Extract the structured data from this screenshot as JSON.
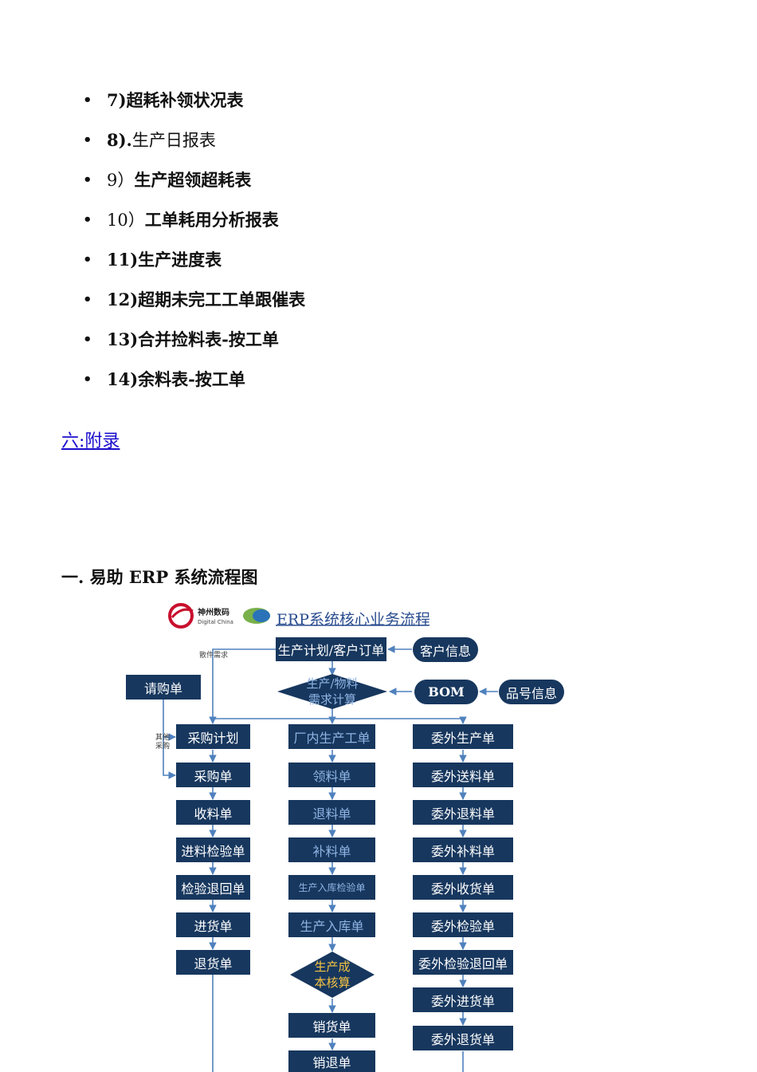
{
  "bullets": [
    {
      "num": "7)",
      "text": "超耗补领状况表"
    },
    {
      "num": "8).",
      "text": "生产日报表"
    },
    {
      "num": "9）",
      "text": "生产超领超耗表"
    },
    {
      "num": "10）",
      "text": "工单耗用分析报表"
    },
    {
      "num": "11)",
      "text": "生产进度表"
    },
    {
      "num": "12)",
      "text": "超期未完工工单跟催表"
    },
    {
      "num": "13)",
      "text": "合并捡料表-按工单"
    },
    {
      "num": "14)",
      "text": "余料表-按工单"
    }
  ],
  "appendix_link": "六:附录",
  "section_heading": "一. 易助 ERP 系统流程图",
  "flowchart": {
    "logo_cn": "神州数码",
    "logo_en": "Digital China",
    "title": "ERP系统核心业务流程",
    "top": {
      "plan_order": "生产计划/客户订单",
      "customer_info": "客户信息",
      "demand_calc_1": "生产/物料",
      "demand_calc_2": "需求计算",
      "bom": "BOM",
      "part_info": "品号信息",
      "sporadic_demand": "散件需求",
      "purchase_request": "请购单",
      "other_purchase_1": "其他",
      "other_purchase_2": "采购"
    },
    "left_column": [
      "采购计划",
      "采购单",
      "收料单",
      "进料检验单",
      "检验退回单",
      "进货单",
      "退货单"
    ],
    "middle_column": [
      "厂内生产工单",
      "领料单",
      "退料单",
      "补料单",
      "生产入库检验单",
      "生产入库单"
    ],
    "cost_calc_1": "生产成",
    "cost_calc_2": "本核算",
    "middle_bottom": [
      "销货单",
      "销退单"
    ],
    "right_column": [
      "委外生产单",
      "委外送料单",
      "委外退料单",
      "委外补料单",
      "委外收货单",
      "委外检验单",
      "委外检验退回单",
      "委外进货单",
      "委外退货单"
    ],
    "colors": {
      "box": "#17375e",
      "line": "#4f81bd",
      "gold": "#f6c343",
      "light_text": "#8fb4e3"
    }
  }
}
